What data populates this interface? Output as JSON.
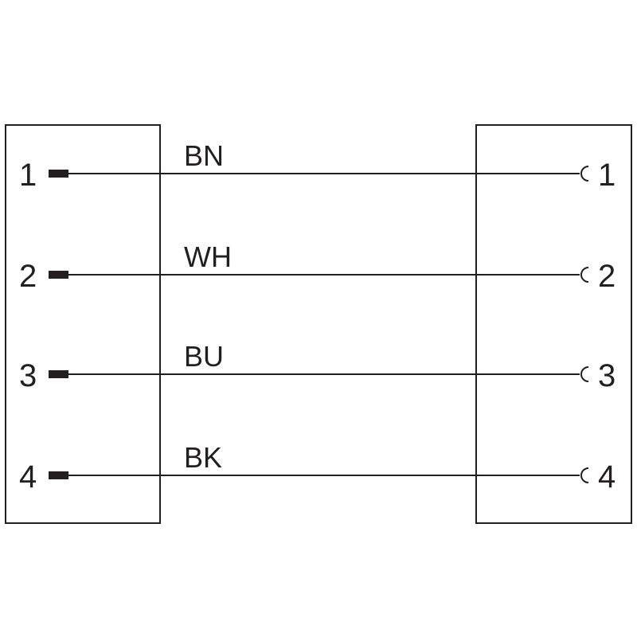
{
  "colors": {
    "ink": "#231f20",
    "background": "#ffffff"
  },
  "wires": [
    {
      "left_pin": "1",
      "right_pin": "1",
      "label": "BN"
    },
    {
      "left_pin": "2",
      "right_pin": "2",
      "label": "WH"
    },
    {
      "left_pin": "3",
      "right_pin": "3",
      "label": "BU"
    },
    {
      "left_pin": "4",
      "right_pin": "4",
      "label": "BK"
    }
  ]
}
